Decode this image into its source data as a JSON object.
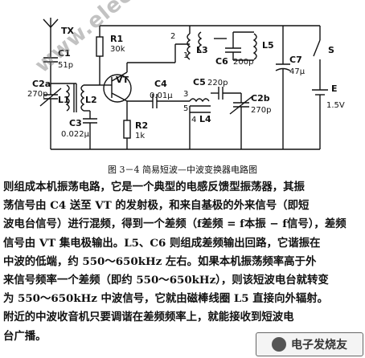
{
  "diagram": {
    "labels": {
      "tx": "TX",
      "c1": "C1",
      "c1_val": "51p",
      "c2a": "C2a",
      "c2a_val": "270p",
      "l1": "L1",
      "l2": "L2",
      "c3": "C3",
      "c3_val": "0.022μ",
      "r1": "R1",
      "r1_val": "30k",
      "vt": "VT",
      "l3": "L3",
      "c6": "C6",
      "c6_val": "200p",
      "l5": "L5",
      "c4": "C4",
      "c4_val": "0.01μ",
      "c5": "C5",
      "c5_val": "220p",
      "l4": "L4",
      "c2b": "C2b",
      "c2b_val": "270p",
      "r2": "R2",
      "r2_val": "1k",
      "c7": "C7",
      "c7_val": "47μ",
      "s": "S",
      "e": "E",
      "e_val": "1.5V",
      "pin1": "1",
      "pin2": "2",
      "pin3": "3",
      "pin4": "4",
      "pin5": "5"
    },
    "watermark": "www.elecfans.com"
  },
  "caption": "图 3－4    简易短波—中波变换器电路图",
  "paragraph": [
    "则组成本机振荡电路，它是一个典型的电感反馈型振荡器，其振",
    "荡信号由 C4 送至 VT 的发射极，和来自基极的外来信号（即短",
    "波电台信号）进行混频，得到一个差频（f差频 = f本振 − f信号），差频",
    "信号由 VT 集电极输出。L5、C6 则组成差频输出回路，它谐振在",
    "中波的低端，约 550～650kHz 左右。如果本机振荡频率高于外",
    "来信号频率一个差频（即约 550～650kHz），则该短波电台就转变",
    "为 550～650kHz 中波信号，它就由磁棒线圈 L5 直接向外辐射。",
    "附近的中波收音机只要调谐在差频频率上，就能接收到短波电",
    "台广播。"
  ],
  "logo": "电子发烧友"
}
